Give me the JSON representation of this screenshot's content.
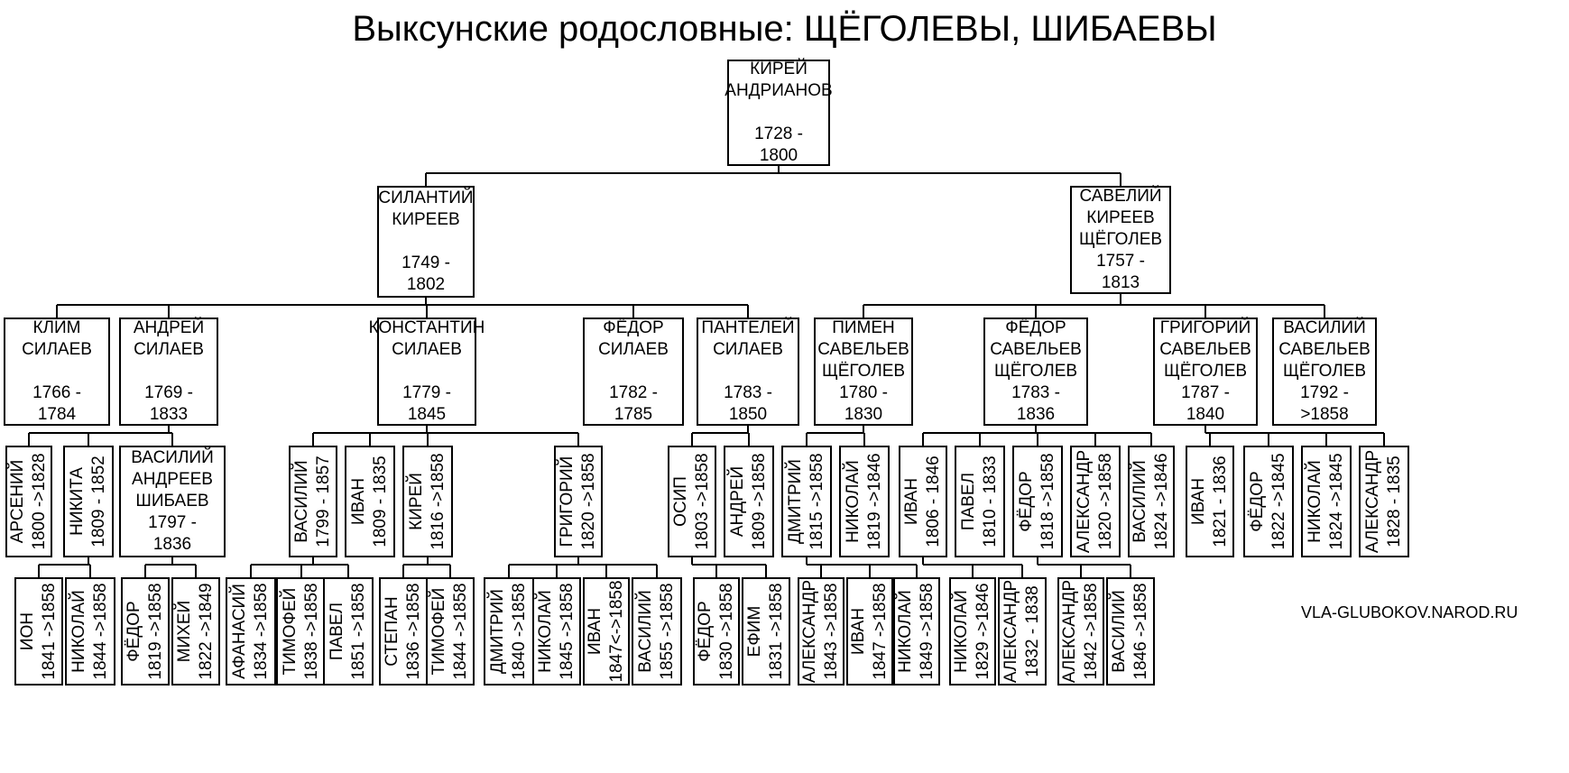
{
  "title": "Выксунские родословные: ЩЁГОЛЕВЫ, ШИБАЕВЫ",
  "credit": "VLA-GLUBOKOV.NAROD.RU",
  "nodes": [
    {
      "id": "kirey",
      "lines": [
        "КИРЕЙ",
        "АНДРИАНОВ",
        "",
        "1728 -",
        "1800"
      ]
    },
    {
      "id": "silantiy",
      "lines": [
        "СИЛАНТИЙ",
        "КИРЕЕВ",
        "",
        "1749 -",
        "1802"
      ]
    },
    {
      "id": "saveliy",
      "lines": [
        "САВЕЛИЙ",
        "КИРЕЕВ",
        "ЩЁГОЛЕВ",
        "1757 -",
        "1813"
      ]
    },
    {
      "id": "klim",
      "lines": [
        "КЛИМ",
        "СИЛАЕВ",
        "",
        "1766 -",
        "1784"
      ]
    },
    {
      "id": "andrey-silaev",
      "lines": [
        "АНДРЕЙ",
        "СИЛАЕВ",
        "",
        "1769 -",
        "1833"
      ]
    },
    {
      "id": "konstantin",
      "lines": [
        "КОНСТАНТИН",
        "СИЛАЕВ",
        "",
        "1779 -",
        "1845"
      ]
    },
    {
      "id": "fedor-silaev",
      "lines": [
        "ФЁДОР",
        "СИЛАЕВ",
        "",
        "1782 -",
        "1785"
      ]
    },
    {
      "id": "panteley",
      "lines": [
        "ПАНТЕЛЕЙ",
        "СИЛАЕВ",
        "",
        "1783 -",
        "1850"
      ]
    },
    {
      "id": "pimen",
      "lines": [
        "ПИМЕН",
        "САВЕЛЬЕВ",
        "ЩЁГОЛЕВ",
        "1780 -",
        "1830"
      ]
    },
    {
      "id": "fedor-savelev",
      "lines": [
        "ФЁДОР",
        "САВЕЛЬЕВ",
        "ЩЁГОЛЕВ",
        "1783 -",
        "1836"
      ]
    },
    {
      "id": "grigoriy-savelev",
      "lines": [
        "ГРИГОРИЙ",
        "САВЕЛЬЕВ",
        "ЩЁГОЛЕВ",
        "1787 -",
        "1840"
      ]
    },
    {
      "id": "vasiliy-savelev",
      "lines": [
        "ВАСИЛИЙ",
        "САВЕЛЬЕВ",
        "ЩЁГОЛЕВ",
        "1792 -",
        ">1858"
      ]
    },
    {
      "id": "vasiliy-shibaev",
      "lines": [
        "ВАСИЛИЙ",
        "АНДРЕЕВ",
        "ШИБАЕВ",
        "1797 -",
        "1836"
      ]
    },
    {
      "id": "arseniy",
      "lines": [
        "АРСЕНИЙ",
        "1800 ->1828"
      ]
    },
    {
      "id": "nikita",
      "lines": [
        "НИКИТА",
        "1809 - 1852"
      ]
    },
    {
      "id": "vasiliy-k",
      "lines": [
        "ВАСИЛИЙ",
        "1799 - 1857"
      ]
    },
    {
      "id": "ivan-k",
      "lines": [
        "ИВАН",
        "1809 - 1835"
      ]
    },
    {
      "id": "kirey-k",
      "lines": [
        "КИРЕЙ",
        "1816 ->1858"
      ]
    },
    {
      "id": "grigoriy-k",
      "lines": [
        "ГРИГОРИЙ",
        "1820 ->1858"
      ]
    },
    {
      "id": "osip",
      "lines": [
        "ОСИП",
        "1803 ->1858"
      ]
    },
    {
      "id": "andrey-p",
      "lines": [
        "АНДРЕЙ",
        "1809 ->1858"
      ]
    },
    {
      "id": "dmitriy-p",
      "lines": [
        "ДМИТРИЙ",
        "1815 ->1858"
      ]
    },
    {
      "id": "nikolay-p",
      "lines": [
        "НИКОЛАЙ",
        "1819 ->1846"
      ]
    },
    {
      "id": "ivan-f",
      "lines": [
        "ИВАН",
        "1806 - 1846"
      ]
    },
    {
      "id": "pavel-f",
      "lines": [
        "ПАВЕЛ",
        "1810 - 1833"
      ]
    },
    {
      "id": "fedor-f",
      "lines": [
        "ФЁДОР",
        "1818 ->1858"
      ]
    },
    {
      "id": "aleksandr-f",
      "lines": [
        "АЛЕКСАНДР",
        "1820 ->1858"
      ]
    },
    {
      "id": "vasiliy-f",
      "lines": [
        "ВАСИЛИЙ",
        "1824 ->1846"
      ]
    },
    {
      "id": "ivan-g",
      "lines": [
        "ИВАН",
        "1821 - 1836"
      ]
    },
    {
      "id": "fedor-g",
      "lines": [
        "ФЁДОР",
        "1822 ->1845"
      ]
    },
    {
      "id": "nikolay-g",
      "lines": [
        "НИКОЛАЙ",
        "1824 ->1845"
      ]
    },
    {
      "id": "aleksandr-g",
      "lines": [
        "АЛЕКСАНДР",
        "1828 - 1835"
      ]
    },
    {
      "id": "ion",
      "lines": [
        "ИОН",
        "1841 ->1858"
      ]
    },
    {
      "id": "nikolay-n",
      "lines": [
        "НИКОЛАЙ",
        "1844 ->1858"
      ]
    },
    {
      "id": "fedor-v",
      "lines": [
        "ФЁДОР",
        "1819 ->1858"
      ]
    },
    {
      "id": "mikhey",
      "lines": [
        "МИХЕЙ",
        "1822 ->1849"
      ]
    },
    {
      "id": "afanasiy",
      "lines": [
        "АФАНАСИЙ",
        "1834 ->1858"
      ]
    },
    {
      "id": "timofey-v",
      "lines": [
        "ТИМОФЕЙ",
        "1838 ->1858"
      ]
    },
    {
      "id": "pavel-v",
      "lines": [
        "ПАВЕЛ",
        "1851 ->1858"
      ]
    },
    {
      "id": "stepan",
      "lines": [
        "СТЕПАН",
        "1836 ->1858"
      ]
    },
    {
      "id": "timofey-k",
      "lines": [
        "ТИМОФЕЙ",
        "1844 ->1858"
      ]
    },
    {
      "id": "dmitriy-g",
      "lines": [
        "ДМИТРИЙ",
        "1840 ->1858"
      ]
    },
    {
      "id": "nikolay-gr",
      "lines": [
        "НИКОЛАЙ",
        "1845 ->1858"
      ]
    },
    {
      "id": "ivan-gr",
      "lines": [
        "ИВАН",
        "1847<->1858"
      ]
    },
    {
      "id": "vasiliy-gr",
      "lines": [
        "ВАСИЛИЙ",
        "1855 ->1858"
      ]
    },
    {
      "id": "fedor-o",
      "lines": [
        "ФЁДОР",
        "1830 ->1858"
      ]
    },
    {
      "id": "efim",
      "lines": [
        "ЕФИМ",
        "1831 ->1858"
      ]
    },
    {
      "id": "aleksandr-d",
      "lines": [
        "АЛЕКСАНДР",
        "1843 ->1858"
      ]
    },
    {
      "id": "ivan-d",
      "lines": [
        "ИВАН",
        "1847 ->1858"
      ]
    },
    {
      "id": "nikolay-d",
      "lines": [
        "НИКОЛАЙ",
        "1849 ->1858"
      ]
    },
    {
      "id": "nikolay-i",
      "lines": [
        "НИКОЛАЙ",
        "1829 ->1846"
      ]
    },
    {
      "id": "aleksandr-i",
      "lines": [
        "АЛЕКСАНДР",
        "1832 - 1838"
      ]
    },
    {
      "id": "aleksandr-fe",
      "lines": [
        "АЛЕКСАНДР",
        "1842 ->1858"
      ]
    },
    {
      "id": "vasiliy-fe",
      "lines": [
        "ВАСИЛИЙ",
        "1846 ->1858"
      ]
    }
  ],
  "edges": [
    [
      "kirey",
      "silantiy"
    ],
    [
      "kirey",
      "saveliy"
    ],
    [
      "silantiy",
      "klim"
    ],
    [
      "silantiy",
      "andrey-silaev"
    ],
    [
      "silantiy",
      "konstantin"
    ],
    [
      "silantiy",
      "fedor-silaev"
    ],
    [
      "silantiy",
      "panteley"
    ],
    [
      "saveliy",
      "pimen"
    ],
    [
      "saveliy",
      "fedor-savelev"
    ],
    [
      "saveliy",
      "grigoriy-savelev"
    ],
    [
      "saveliy",
      "vasiliy-savelev"
    ],
    [
      "andrey-silaev",
      "arseniy"
    ],
    [
      "andrey-silaev",
      "nikita"
    ],
    [
      "andrey-silaev",
      "vasiliy-shibaev"
    ],
    [
      "konstantin",
      "vasiliy-k"
    ],
    [
      "konstantin",
      "ivan-k"
    ],
    [
      "konstantin",
      "kirey-k"
    ],
    [
      "konstantin",
      "grigoriy-k"
    ],
    [
      "panteley",
      "osip"
    ],
    [
      "panteley",
      "andrey-p"
    ],
    [
      "pimen",
      "dmitriy-p"
    ],
    [
      "pimen",
      "nikolay-p"
    ],
    [
      "fedor-savelev",
      "ivan-f"
    ],
    [
      "fedor-savelev",
      "pavel-f"
    ],
    [
      "fedor-savelev",
      "fedor-f"
    ],
    [
      "fedor-savelev",
      "aleksandr-f"
    ],
    [
      "fedor-savelev",
      "vasiliy-f"
    ],
    [
      "grigoriy-savelev",
      "ivan-g"
    ],
    [
      "grigoriy-savelev",
      "fedor-g"
    ],
    [
      "grigoriy-savelev",
      "nikolay-g"
    ],
    [
      "grigoriy-savelev",
      "aleksandr-g"
    ],
    [
      "nikita",
      "ion"
    ],
    [
      "nikita",
      "nikolay-n"
    ],
    [
      "vasiliy-shibaev",
      "fedor-v"
    ],
    [
      "vasiliy-shibaev",
      "mikhey"
    ],
    [
      "vasiliy-k",
      "afanasiy"
    ],
    [
      "vasiliy-k",
      "timofey-v"
    ],
    [
      "vasiliy-k",
      "pavel-v"
    ],
    [
      "kirey-k",
      "stepan"
    ],
    [
      "kirey-k",
      "timofey-k"
    ],
    [
      "grigoriy-k",
      "dmitriy-g"
    ],
    [
      "grigoriy-k",
      "nikolay-gr"
    ],
    [
      "grigoriy-k",
      "ivan-gr"
    ],
    [
      "grigoriy-k",
      "vasiliy-gr"
    ],
    [
      "osip",
      "fedor-o"
    ],
    [
      "osip",
      "efim"
    ],
    [
      "dmitriy-p",
      "aleksandr-d"
    ],
    [
      "dmitriy-p",
      "ivan-d"
    ],
    [
      "dmitriy-p",
      "nikolay-d"
    ],
    [
      "ivan-f",
      "nikolay-i"
    ],
    [
      "ivan-f",
      "aleksandr-i"
    ],
    [
      "fedor-f",
      "aleksandr-fe"
    ],
    [
      "fedor-f",
      "vasiliy-fe"
    ]
  ]
}
